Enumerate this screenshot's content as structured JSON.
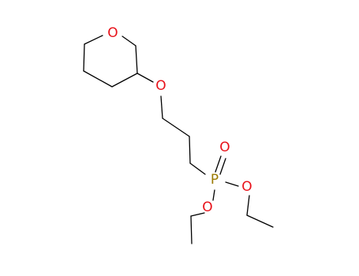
{
  "molecule": {
    "atom_colors": {
      "O": "#e8121a",
      "P": "#9b7a00"
    },
    "atoms": {
      "ring_oxygen": "O",
      "ether_oxygen": "O",
      "phosphorus": "P",
      "phosphoryl_oxygen": "O",
      "ester_oxygen_right": "O",
      "ester_oxygen_lower": "O"
    }
  }
}
